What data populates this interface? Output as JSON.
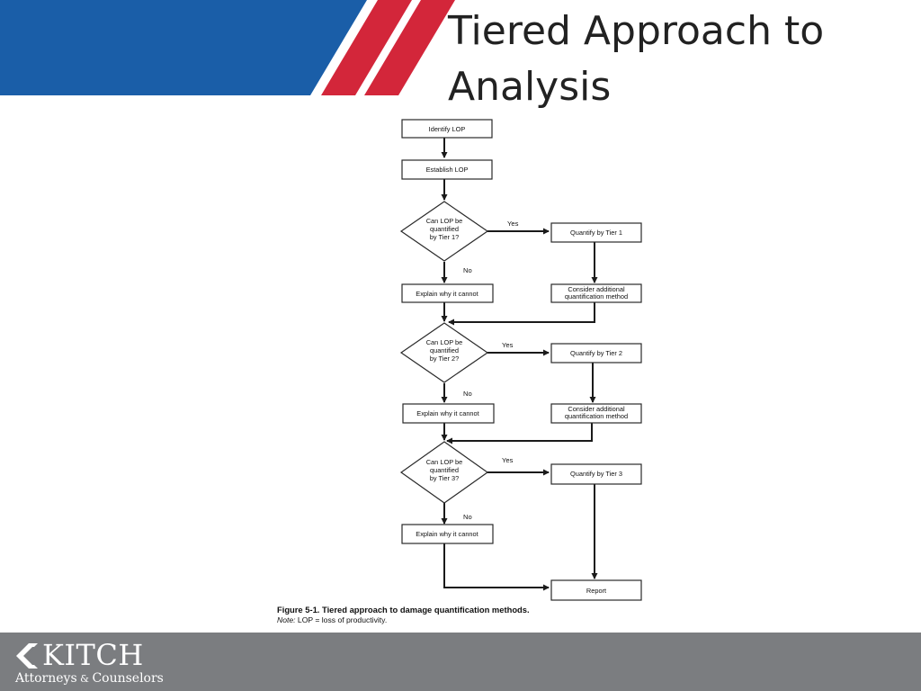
{
  "slide": {
    "title_line1": "Tiered Approach to",
    "title_line2": "Analysis"
  },
  "colors": {
    "banner_blue": "#1a5ea8",
    "accent_red": "#d3263a",
    "footer_gray": "#7b7d80"
  },
  "flowchart": {
    "nodes": {
      "identify": "Identify LOP",
      "establish": "Establish LOP",
      "tier1_q": [
        "Can LOP be",
        "quantified",
        "by Tier 1?"
      ],
      "tier1_quant": "Quantify by Tier 1",
      "tier1_explain": "Explain why it cannot",
      "tier1_consider": [
        "Consider additional",
        "quantification method"
      ],
      "tier2_q": [
        "Can LOP be",
        "quantified",
        "by Tier 2?"
      ],
      "tier2_quant": "Quantify by Tier 2",
      "tier2_explain": "Explain why it cannot",
      "tier2_consider": [
        "Consider additional",
        "quantification method"
      ],
      "tier3_q": [
        "Can LOP be",
        "quantified",
        "by Tier 3?"
      ],
      "tier3_quant": "Quantify by Tier 3",
      "tier3_explain": "Explain why it cannot",
      "report": "Report"
    },
    "labels": {
      "yes": "Yes",
      "no": "No"
    }
  },
  "figure": {
    "caption": "Figure 5-1. Tiered approach to damage quantification methods.",
    "note_label": "Note:",
    "note_text": " LOP = loss of productivity."
  },
  "footer": {
    "logo_name": "KITCH",
    "tagline_part1": "Attorneys",
    "tagline_amp": " & ",
    "tagline_part2": "Counselors"
  }
}
